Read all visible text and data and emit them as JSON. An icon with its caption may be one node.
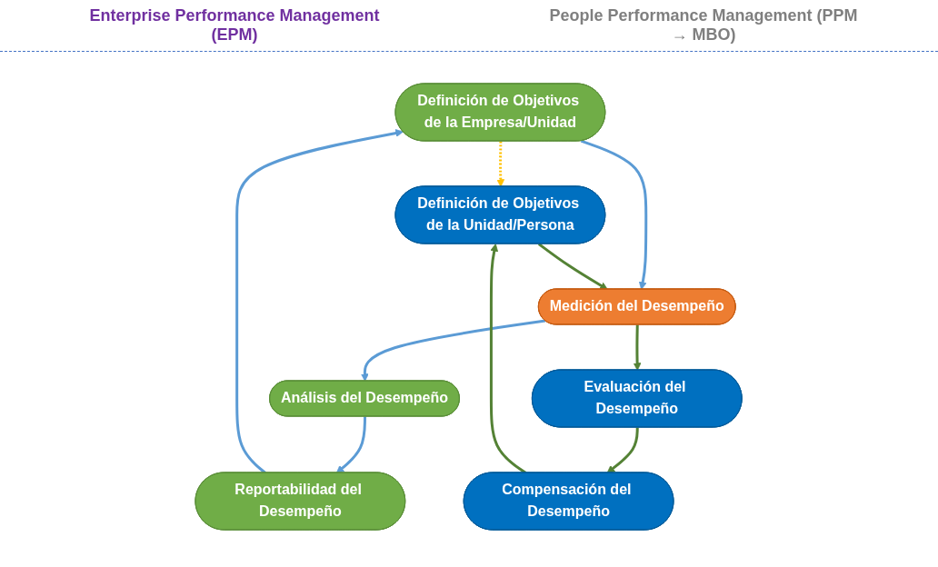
{
  "diagram": {
    "nodes": [
      {
        "text": [
          "Definición de Objetivos de la Empresa/Unidad"
        ]
      },
      {
        "text": [
          "Definición de Objetivos de la Unidad/Persona"
        ]
      },
      {
        "text": [
          "Reportabilidad del Desempeño"
        ]
      },
      {
        "text": [
          "Medición del Desempeño"
        ]
      },
      {
        "text": [
          "Compensación del Desempeño"
        ]
      },
      {
        "text": [
          "Análisis del Desempeño"
        ]
      },
      {
        "text": [
          "Evaluación del Desempeño"
        ]
      }
    ],
    "edges": [
      {
        "from": 0,
        "to": 1,
        "arrow": "to",
        "style": "dashed",
        "color": "#ffc000"
      },
      {
        "from": 0,
        "to": 3,
        "arrow": "to",
        "color": "#5b9bd5"
      },
      {
        "from": 3,
        "to": 5,
        "arrow": "to",
        "color": "#5b9bd5"
      },
      {
        "from": 5,
        "to": 2,
        "arrow": "to",
        "color": "#5b9bd5"
      },
      {
        "from": 2,
        "to": 0,
        "arrow": "to",
        "color": "#5b9bd5"
      },
      {
        "from": 1,
        "to": 3,
        "arrow": "to",
        "color": "#548235"
      },
      {
        "from": 3,
        "to": 6,
        "arrow": "to",
        "color": "#548235"
      },
      {
        "from": 6,
        "to": 4,
        "arrow": "to",
        "color": "#548235"
      },
      {
        "from": 4,
        "to": 1,
        "arrow": "to",
        "color": "#548235"
      }
    ],
    "labels": [
      "Enterprise Performance Management (EPM)",
      "People Performance Management (PPM → MBO)"
    ]
  }
}
